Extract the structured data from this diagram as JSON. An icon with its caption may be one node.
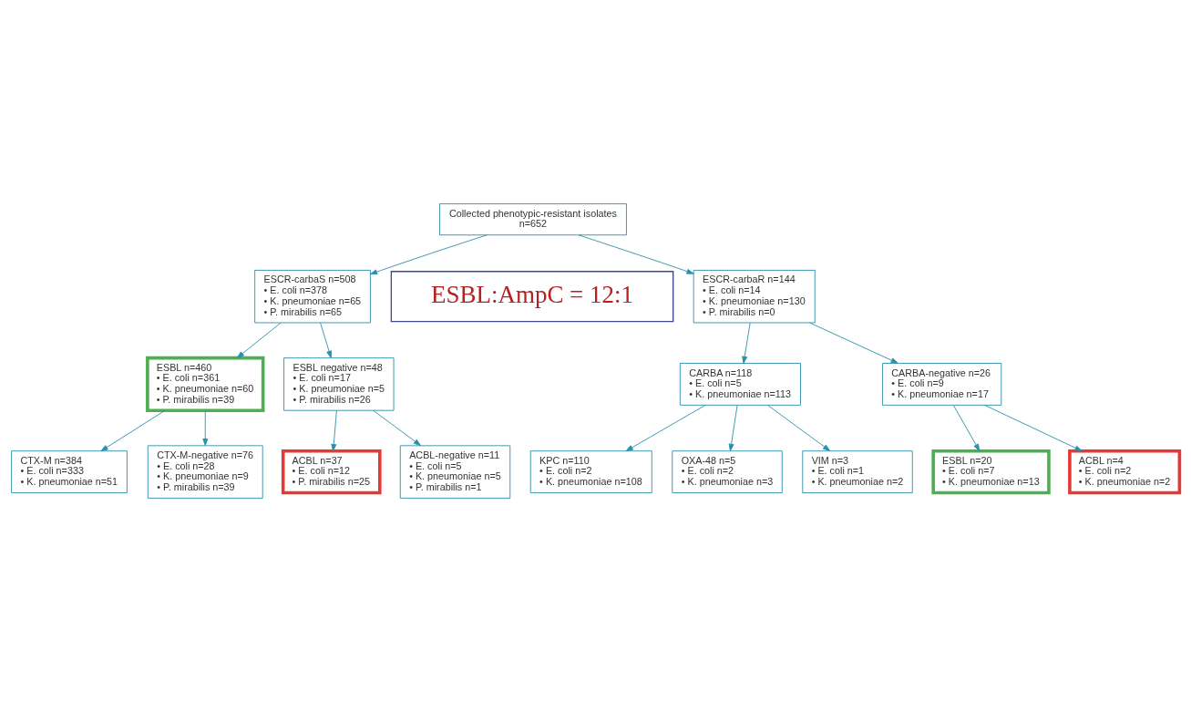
{
  "diagram": {
    "nodes": [
      {
        "text": [
          "Collected phenotypic-resistant isolates",
          "n=652"
        ]
      },
      {
        "text": [
          "ESCR-carbaS n=508",
          "• E. coli n=378",
          "• K. pneumoniae n=65",
          "• P. mirabilis n=65"
        ]
      },
      {
        "text": [
          "ESBL:AmpC = 12:1"
        ]
      },
      {
        "text": [
          "ESCR-carbaR n=144",
          "• E. coli n=14",
          "• K. pneumoniae n=130",
          "• P. mirabilis n=0"
        ]
      },
      {
        "text": [
          "ESBL n=460",
          "• E. coli n=361",
          "• K. pneumoniae n=60",
          "• P. mirabilis n=39"
        ]
      },
      {
        "text": [
          "ESBL negative n=48",
          "• E. coli n=17",
          "• K. pneumoniae n=5",
          "• P. mirabilis n=26"
        ]
      },
      {
        "text": [
          "CARBA n=118",
          "• E. coli n=5",
          "• K. pneumoniae n=113"
        ]
      },
      {
        "text": [
          "CARBA-negative n=26",
          "• E. coli n=9",
          "• K. pneumoniae n=17"
        ]
      },
      {
        "text": [
          "ACBL n=37",
          "• E. coli n=12",
          "• P. mirabilis n=25"
        ]
      },
      {
        "text": [
          "ACBL-negative n=11",
          "• E. coli n=5",
          "• K. pneumoniae n=5",
          "• P. mirabilis n=1"
        ]
      },
      {
        "text": [
          "ESBL n=20",
          "• E. coli n=7",
          "• K. pneumoniae n=13"
        ]
      },
      {
        "text": [
          "ACBL n=4",
          "• E. coli n=2",
          "• K. pneumoniae n=2"
        ]
      },
      {
        "text": [
          "CTX-M n=384",
          "• E. coli n=333",
          "• K. pneumoniae n=51"
        ]
      },
      {
        "text": [
          "CTX-M-negative n=76",
          "• E. coli n=28",
          "• K. pneumoniae n=9",
          "• P. mirabilis n=39"
        ]
      },
      {
        "text": [
          "KPC n=110",
          "• E. coli n=2",
          "• K. pneumoniae n=108"
        ]
      },
      {
        "text": [
          "OXA-48 n=5",
          "• E. coli n=2",
          "• K. pneumoniae n=3"
        ]
      },
      {
        "text": [
          "VIM n=3",
          "• E. coli n=1",
          "• K. pneumoniae n=2"
        ]
      }
    ],
    "edges": [
      {
        "from": 0,
        "to": 1,
        "arrow": "to"
      },
      {
        "from": 0,
        "to": 3,
        "arrow": "to"
      },
      {
        "from": 1,
        "to": 4,
        "arrow": "to"
      },
      {
        "from": 1,
        "to": 5,
        "arrow": "to"
      },
      {
        "from": 3,
        "to": 6,
        "arrow": "to"
      },
      {
        "from": 3,
        "to": 7,
        "arrow": "to"
      },
      {
        "from": 5,
        "to": 8,
        "arrow": "to"
      },
      {
        "from": 5,
        "to": 9,
        "arrow": "to"
      },
      {
        "from": 7,
        "to": 10,
        "arrow": "to"
      },
      {
        "from": 7,
        "to": 11,
        "arrow": "to"
      },
      {
        "from": 4,
        "to": 12,
        "arrow": "to"
      },
      {
        "from": 4,
        "to": 13,
        "arrow": "to"
      },
      {
        "from": 6,
        "to": 14,
        "arrow": "to"
      },
      {
        "from": 6,
        "to": 15,
        "arrow": "to"
      },
      {
        "from": 6,
        "to": 16,
        "arrow": "to"
      }
    ]
  }
}
